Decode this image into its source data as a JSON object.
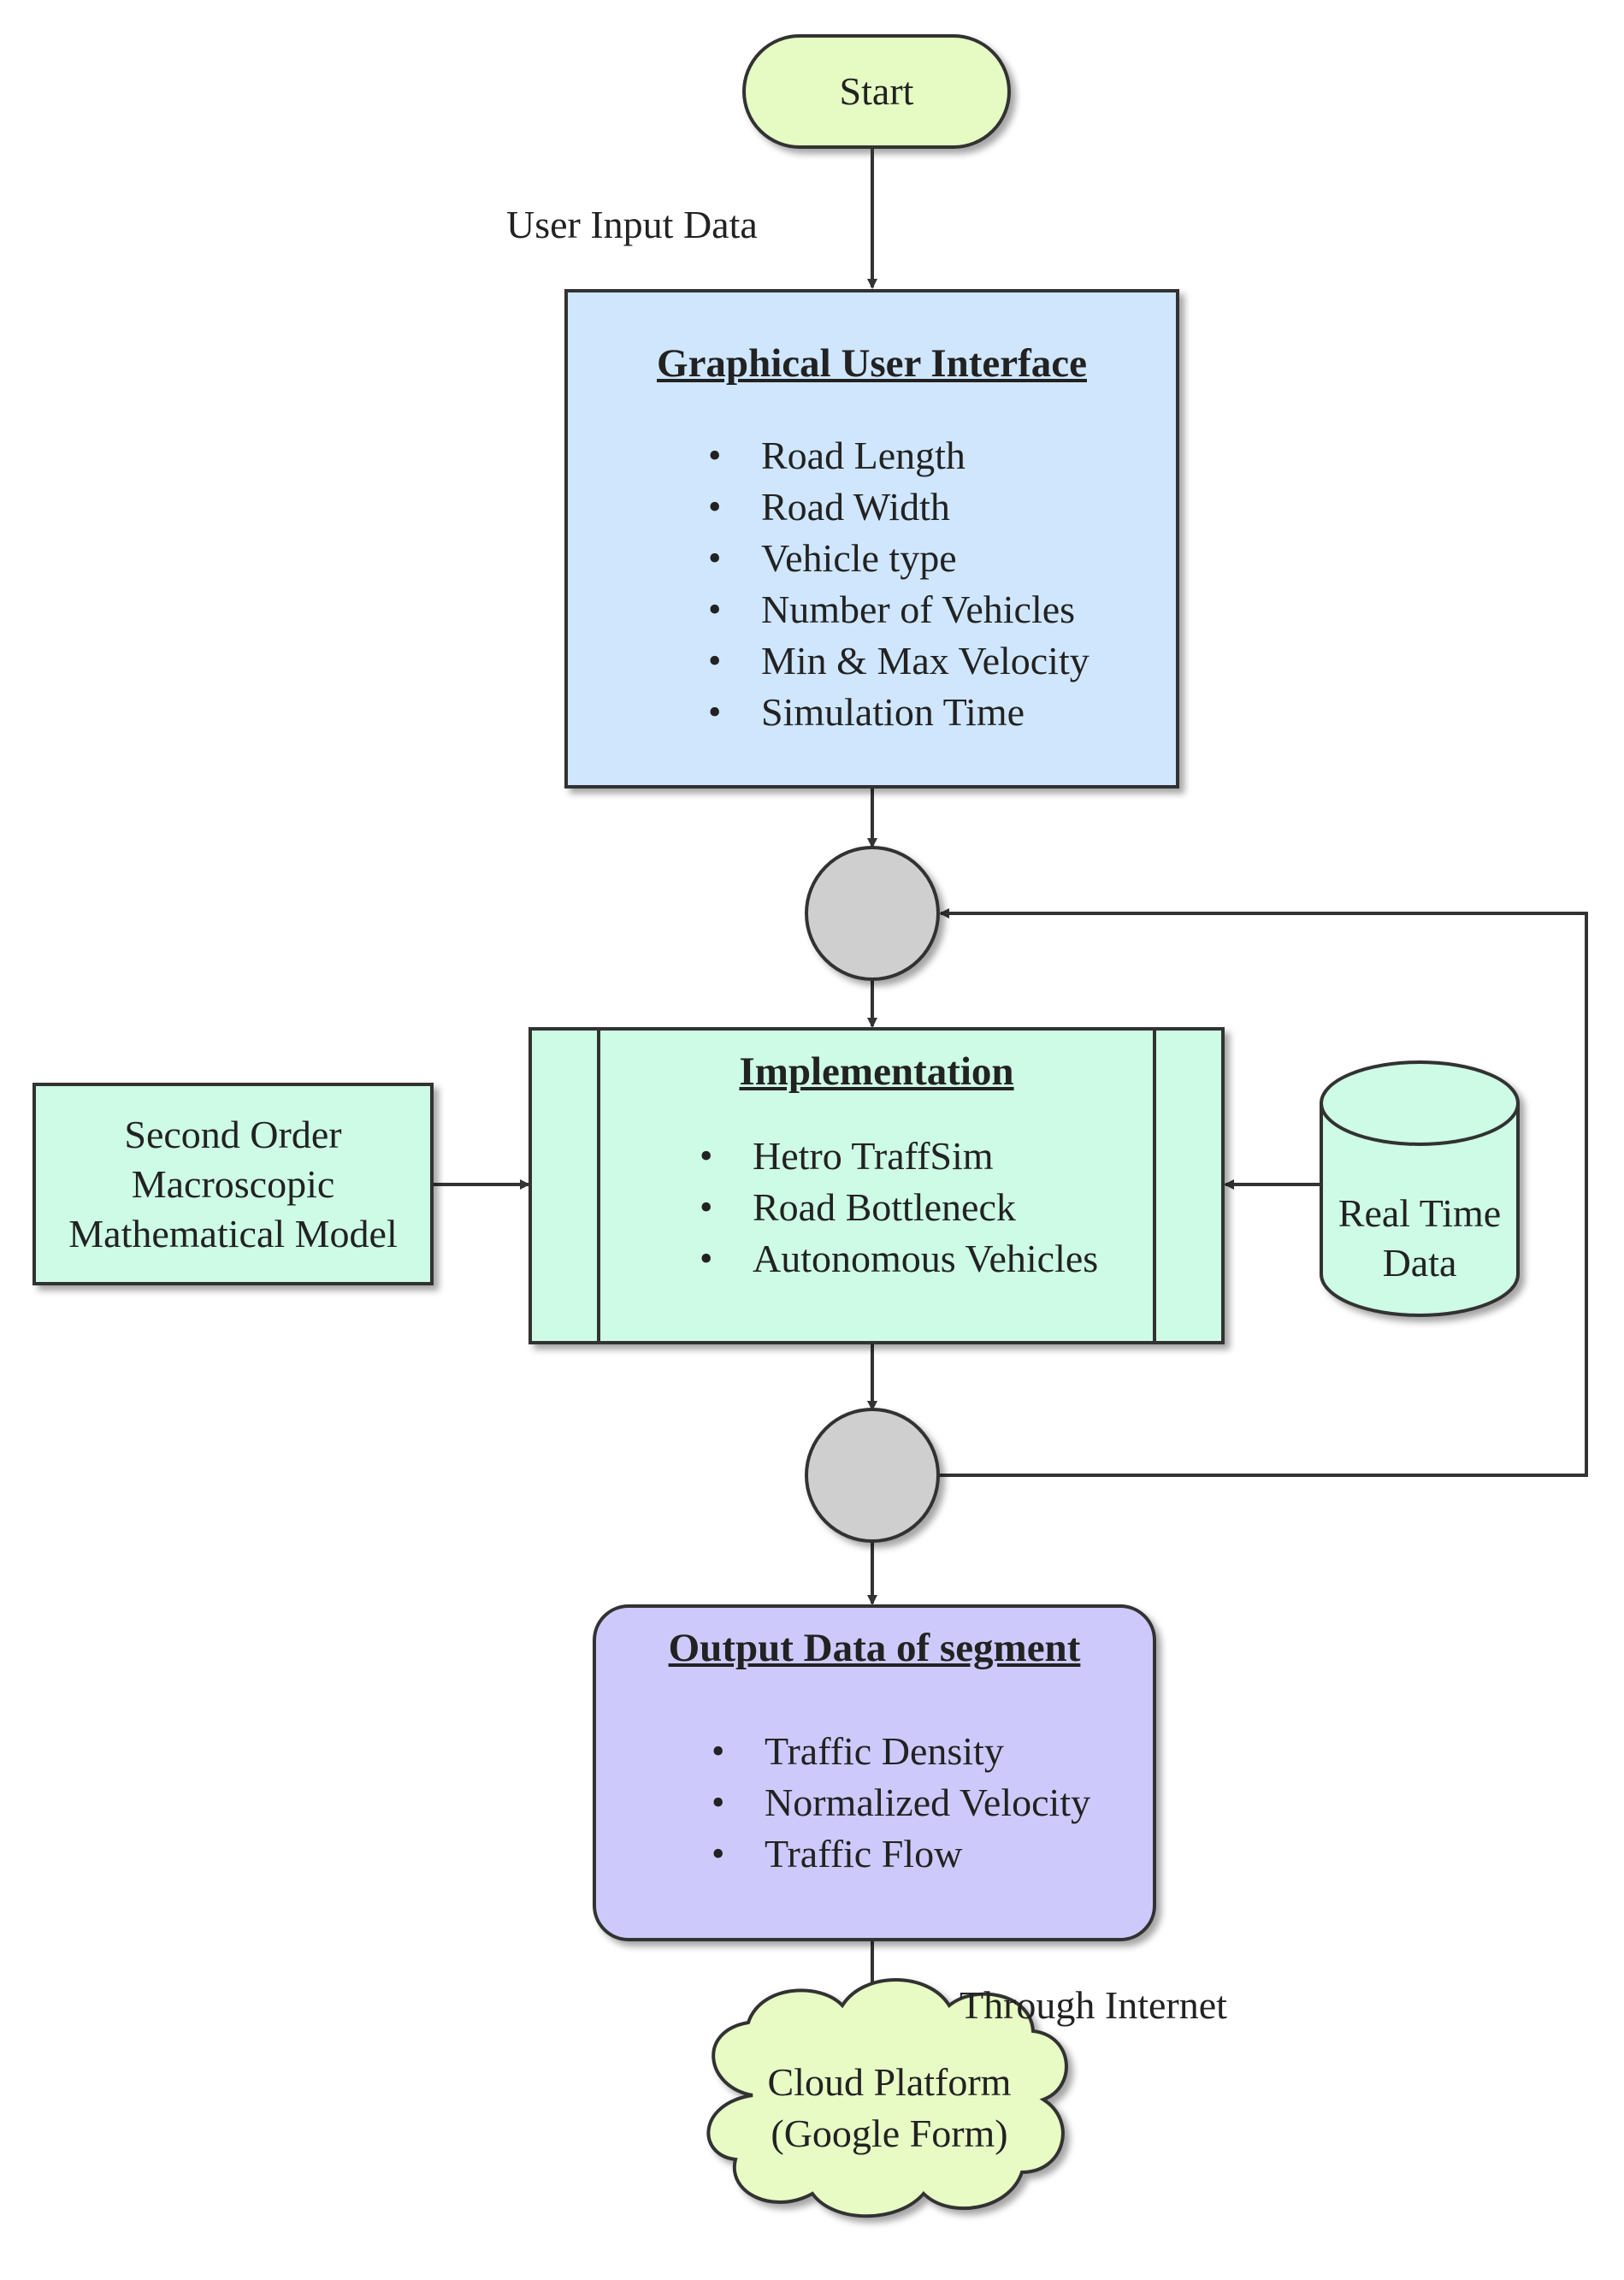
{
  "start": {
    "label": "Start"
  },
  "edge_labels": {
    "user_input": "User Input Data",
    "through_internet": "Through Internet"
  },
  "gui": {
    "title": "Graphical User Interface",
    "items": [
      "Road Length",
      "Road Width",
      "Vehicle type",
      "Number of Vehicles",
      "Min & Max Velocity",
      "Simulation Time"
    ]
  },
  "implementation": {
    "title": "Implementation",
    "items": [
      "Hetro TraffSim",
      "Road Bottleneck",
      "Autonomous Vehicles"
    ]
  },
  "model": {
    "lines": [
      "Second Order",
      "Macroscopic",
      "Mathematical Model"
    ]
  },
  "realtime": {
    "lines": [
      "Real Time",
      "Data"
    ]
  },
  "output": {
    "title": "Output Data of segment",
    "items": [
      "Traffic Density",
      "Normalized Velocity",
      "Traffic Flow"
    ]
  },
  "cloud": {
    "lines": [
      "Cloud Platform",
      "(Google Form)"
    ]
  },
  "colors": {
    "start_fill": "#e6fbc4",
    "gui_fill": "#cfe6fd",
    "impl_fill": "#cdfbe6",
    "output_fill": "#cdcafb",
    "cloud_fill": "#e8fbc4",
    "junction_fill": "#cfcfcf",
    "line": "#333333"
  }
}
